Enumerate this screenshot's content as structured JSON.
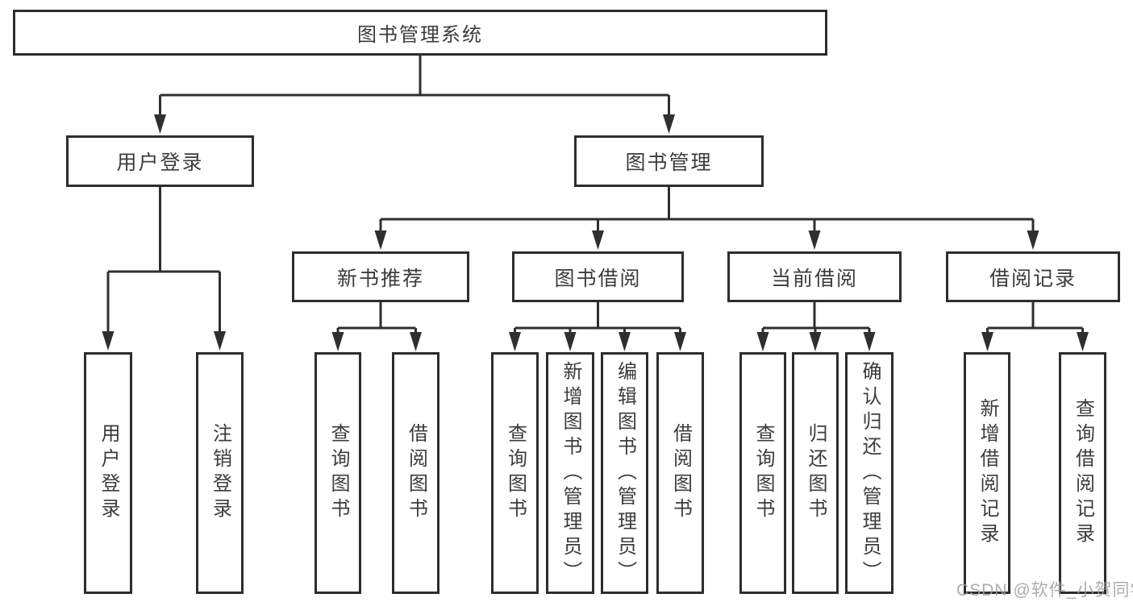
{
  "diagram": {
    "root": {
      "label": "图书管理系统"
    },
    "level2": [
      {
        "label": "用户登录"
      },
      {
        "label": "图书管理"
      }
    ],
    "level3": [
      {
        "label": "新书推荐"
      },
      {
        "label": "图书借阅"
      },
      {
        "label": "当前借阅"
      },
      {
        "label": "借阅记录"
      }
    ],
    "leaves": {
      "user_login": [
        "用户登录",
        "注销登录"
      ],
      "new_book": [
        "查询图书",
        "借阅图书"
      ],
      "book_borrow": [
        "查询图书",
        "新增图书（管理员）",
        "编辑图书（管理员）",
        "借阅图书"
      ],
      "current_borrow": [
        "查询图书",
        "归还图书",
        "确认归还（管理员）"
      ],
      "borrow_record": [
        "新增借阅记录",
        "查询借阅记录"
      ]
    }
  },
  "watermark": {
    "text": "CSDN @软件_小贺同学"
  },
  "colors": {
    "line": "#2f2f2f",
    "border": "#2d2d2d",
    "text": "#3c3c3c",
    "watermark": "#9e9e9e",
    "background": "#ffffff"
  }
}
